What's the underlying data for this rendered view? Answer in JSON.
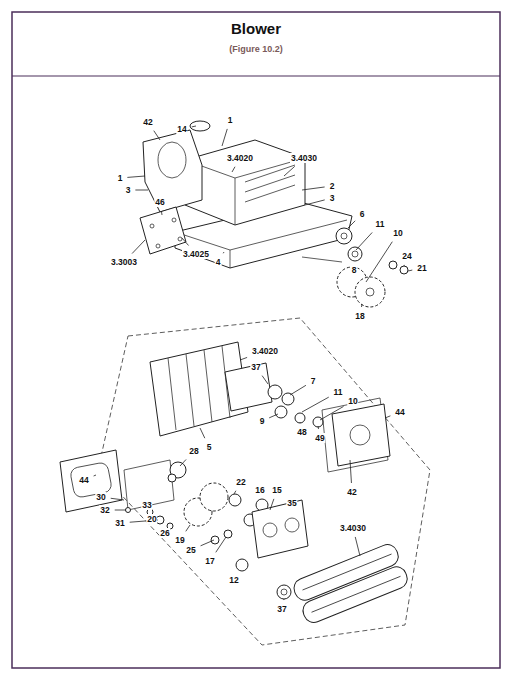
{
  "diagram": {
    "title": "Blower",
    "labels": [
      "(Figure 10.2)",
      "42",
      "14",
      "1",
      "3.4020",
      "3.4030",
      "1",
      "3",
      "46",
      "2",
      "3",
      "6",
      "11",
      "10",
      "3.3003",
      "3.4025",
      "4",
      "8",
      "24",
      "21",
      "18",
      "3.4020",
      "37",
      "7",
      "11",
      "10",
      "5",
      "44",
      "9",
      "48",
      "49",
      "28",
      "42",
      "44",
      "22",
      "16",
      "15",
      "35",
      "30",
      "32",
      "33",
      "31",
      "20",
      "26",
      "19",
      "25",
      "17",
      "12",
      "3.4030",
      "37"
    ]
  }
}
